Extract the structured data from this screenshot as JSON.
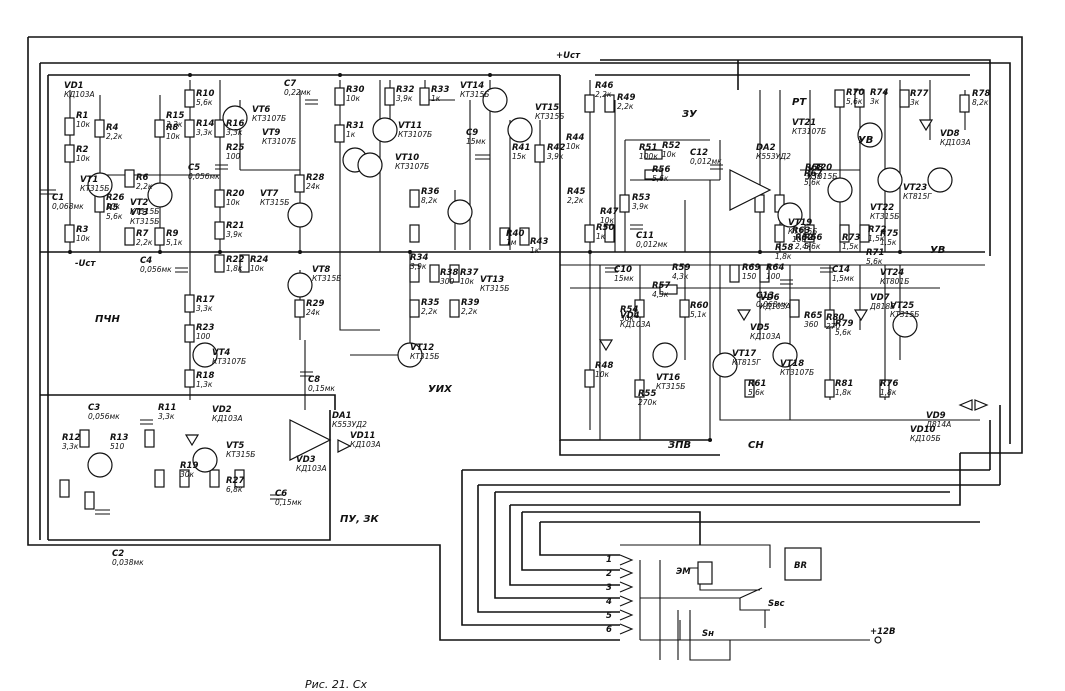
{
  "caption": "Рис. 21. Сх",
  "blocks": {
    "pchn": "ПЧН",
    "uih": "УИХ",
    "zu": "ЗУ",
    "rt": "РТ",
    "uv": "УВ",
    "uv2": "УВ",
    "zpv": "ЗПВ",
    "sn": "СН",
    "pu_zk": "ПУ, ЗК"
  },
  "supply": {
    "plus": "+Uст",
    "minus": "-Uст",
    "v12": "+12В"
  },
  "connector": {
    "pins": [
      "1",
      "2",
      "3",
      "4",
      "5",
      "6"
    ],
    "em": "ЭМ",
    "br": "BR",
    "sbc": "Sвс",
    "sn": "Sн"
  },
  "resistors": [
    {
      "ref": "R1",
      "val": "10к"
    },
    {
      "ref": "R2",
      "val": "10к"
    },
    {
      "ref": "R3",
      "val": "10к"
    },
    {
      "ref": "R4",
      "val": "2,2к"
    },
    {
      "ref": "R5",
      "val": "5,6к"
    },
    {
      "ref": "R6",
      "val": "2,2к"
    },
    {
      "ref": "R7",
      "val": "2,2к"
    },
    {
      "ref": "R8",
      "val": "10к"
    },
    {
      "ref": "R9",
      "val": "5,1к"
    },
    {
      "ref": "R10",
      "val": "5,6к"
    },
    {
      "ref": "R11",
      "val": "3,3к"
    },
    {
      "ref": "R12",
      "val": "3,3к"
    },
    {
      "ref": "R13",
      "val": "510"
    },
    {
      "ref": "R14",
      "val": "3,3к"
    },
    {
      "ref": "R15",
      "val": "2,2к"
    },
    {
      "ref": "R16",
      "val": "3,3к"
    },
    {
      "ref": "R17",
      "val": "3,3к"
    },
    {
      "ref": "R18",
      "val": "1,3к"
    },
    {
      "ref": "R19",
      "val": "30к"
    },
    {
      "ref": "R20",
      "val": "10к"
    },
    {
      "ref": "R21",
      "val": "3,9к"
    },
    {
      "ref": "R22",
      "val": "1,8к"
    },
    {
      "ref": "R23",
      "val": "100"
    },
    {
      "ref": "R24",
      "val": "10к"
    },
    {
      "ref": "R25",
      "val": "100"
    },
    {
      "ref": "R26",
      "val": "10к"
    },
    {
      "ref": "R27",
      "val": "6,8к"
    },
    {
      "ref": "R28",
      "val": "24к"
    },
    {
      "ref": "R29",
      "val": "24к"
    },
    {
      "ref": "R30",
      "val": "10к"
    },
    {
      "ref": "R31",
      "val": "1к"
    },
    {
      "ref": "R32",
      "val": "3,9к"
    },
    {
      "ref": "R33",
      "val": "1к"
    },
    {
      "ref": "R34",
      "val": "3,9к"
    },
    {
      "ref": "R35",
      "val": "2,2к"
    },
    {
      "ref": "R36",
      "val": "8,2к"
    },
    {
      "ref": "R37",
      "val": "10к"
    },
    {
      "ref": "R38",
      "val": "300"
    },
    {
      "ref": "R39",
      "val": "2,2к"
    },
    {
      "ref": "R40",
      "val": "1м"
    },
    {
      "ref": "R41",
      "val": "15к"
    },
    {
      "ref": "R42",
      "val": "3,9к"
    },
    {
      "ref": "R43",
      "val": "1к"
    },
    {
      "ref": "R44",
      "val": "10к"
    },
    {
      "ref": "R45",
      "val": "2,2к"
    },
    {
      "ref": "R46",
      "val": "2,2к"
    },
    {
      "ref": "R47",
      "val": "10к"
    },
    {
      "ref": "R48",
      "val": "10к"
    },
    {
      "ref": "R49",
      "val": "2,2к"
    },
    {
      "ref": "R50",
      "val": "1к"
    },
    {
      "ref": "R51",
      "val": "100к"
    },
    {
      "ref": "R52",
      "val": "10к"
    },
    {
      "ref": "R53",
      "val": "3,9к"
    },
    {
      "ref": "R54",
      "val": "30к"
    },
    {
      "ref": "R55",
      "val": "270к"
    },
    {
      "ref": "R56",
      "val": "5,6к"
    },
    {
      "ref": "R57",
      "val": "4,3к"
    },
    {
      "ref": "R58",
      "val": "1,8к"
    },
    {
      "ref": "R59",
      "val": "4,3к"
    },
    {
      "ref": "R60",
      "val": "5,1к"
    },
    {
      "ref": "R61",
      "val": "5,6к"
    },
    {
      "ref": "R62",
      "val": "2,4к"
    },
    {
      "ref": "R63",
      "val": "100"
    },
    {
      "ref": "R64",
      "val": "100"
    },
    {
      "ref": "R65",
      "val": "360"
    },
    {
      "ref": "R66",
      "val": "5,6к"
    },
    {
      "ref": "R67",
      "val": "5,6к"
    },
    {
      "ref": "R68",
      "val": "3,3к"
    },
    {
      "ref": "R69",
      "val": "150"
    },
    {
      "ref": "R70",
      "val": "5,6к"
    },
    {
      "ref": "R71",
      "val": "5,6к"
    },
    {
      "ref": "R72",
      "val": "1,5к"
    },
    {
      "ref": "R73",
      "val": "1,5к"
    },
    {
      "ref": "R74",
      "val": "3к"
    },
    {
      "ref": "R75",
      "val": "1,5к"
    },
    {
      "ref": "R76",
      "val": "1,8к"
    },
    {
      "ref": "R77",
      "val": "3к"
    },
    {
      "ref": "R78",
      "val": "8,2к"
    },
    {
      "ref": "R79",
      "val": "5,6к"
    },
    {
      "ref": "R80",
      "val": "270"
    },
    {
      "ref": "R81",
      "val": "1,8к"
    }
  ],
  "transistors": [
    {
      "ref": "VT1",
      "type": "КТ315Б"
    },
    {
      "ref": "VT2",
      "type": "КТ315Б"
    },
    {
      "ref": "VT3",
      "type": "КТ315Б"
    },
    {
      "ref": "VT4",
      "type": "КТ3107Б"
    },
    {
      "ref": "VT5",
      "type": "КТ315Б"
    },
    {
      "ref": "VT6",
      "type": "КТ3107Б"
    },
    {
      "ref": "VT7",
      "type": "КТ315Б"
    },
    {
      "ref": "VT8",
      "type": "КТ315Б"
    },
    {
      "ref": "VT9",
      "type": "КТ3107Б"
    },
    {
      "ref": "VT10",
      "type": "КТ3107Б"
    },
    {
      "ref": "VT11",
      "type": "КТ3107Б"
    },
    {
      "ref": "VT12",
      "type": "КТ315Б"
    },
    {
      "ref": "VT13",
      "type": "КТ315Б"
    },
    {
      "ref": "VT14",
      "type": "КТ315Б"
    },
    {
      "ref": "VT15",
      "type": "КТ315Б"
    },
    {
      "ref": "VT16",
      "type": "КТ315Б"
    },
    {
      "ref": "VT17",
      "type": "КТ815Г"
    },
    {
      "ref": "VT18",
      "type": "КТ3107Б"
    },
    {
      "ref": "VT19",
      "type": "КТ315Б"
    },
    {
      "ref": "VT20",
      "type": "КТ315Б"
    },
    {
      "ref": "VT21",
      "type": "КТ3107Б"
    },
    {
      "ref": "VT22",
      "type": "КТ315Б"
    },
    {
      "ref": "VT23",
      "type": "КТ815Г"
    },
    {
      "ref": "VT24",
      "type": "КТ801Б"
    },
    {
      "ref": "VT25",
      "type": "КТ315Б"
    }
  ],
  "capacitors": [
    {
      "ref": "C1",
      "val": "0,068мк"
    },
    {
      "ref": "C2",
      "val": "0,038мк"
    },
    {
      "ref": "C3",
      "val": "0,056мк"
    },
    {
      "ref": "C4",
      "val": "0,056мк"
    },
    {
      "ref": "C5",
      "val": "0,056мк"
    },
    {
      "ref": "C6",
      "val": "0,15мк"
    },
    {
      "ref": "C7",
      "val": "0,22мк"
    },
    {
      "ref": "C8",
      "val": "0,15мк"
    },
    {
      "ref": "C9",
      "val": "15мк"
    },
    {
      "ref": "C10",
      "val": "15мк"
    },
    {
      "ref": "C11",
      "val": "0,012мк"
    },
    {
      "ref": "C12",
      "val": "0,012мк"
    },
    {
      "ref": "C13",
      "val": "0,068мк"
    },
    {
      "ref": "C14",
      "val": "1,5мк"
    }
  ],
  "diodes": [
    {
      "ref": "VD1",
      "type": "КД103А"
    },
    {
      "ref": "VD2",
      "type": "КД103А"
    },
    {
      "ref": "VD3",
      "type": "КД103А"
    },
    {
      "ref": "VD4",
      "type": "КД103А"
    },
    {
      "ref": "VD5",
      "type": "КД103А"
    },
    {
      "ref": "VD6",
      "type": "КД103А"
    },
    {
      "ref": "VD7",
      "type": "Д818В"
    },
    {
      "ref": "VD8",
      "type": "КД103А"
    },
    {
      "ref": "VD9",
      "type": "Д814А"
    },
    {
      "ref": "VD10",
      "type": "КД105Б"
    },
    {
      "ref": "VD11",
      "type": "КД103А"
    }
  ],
  "opamps": [
    {
      "ref": "DA1",
      "type": "К553УД2"
    },
    {
      "ref": "DA2",
      "type": "К553УД2"
    }
  ]
}
